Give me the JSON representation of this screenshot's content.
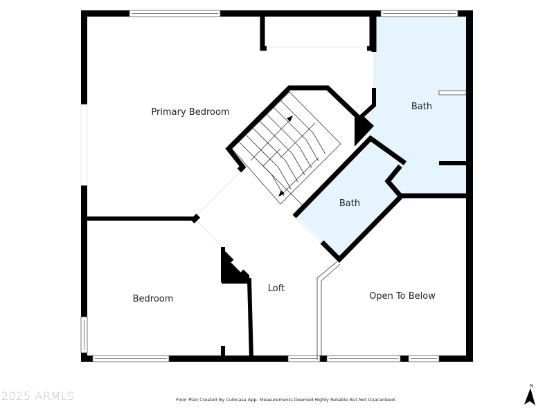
{
  "floorplan": {
    "colors": {
      "wall": "#000000",
      "bath_fill": "#e6f4fd",
      "background": "#ffffff",
      "window": "#555555"
    },
    "rooms": [
      {
        "id": "primary-bedroom",
        "label": "Primary Bedroom"
      },
      {
        "id": "bath-1",
        "label": "Bath"
      },
      {
        "id": "bath-2",
        "label": "Bath"
      },
      {
        "id": "bedroom",
        "label": "Bedroom"
      },
      {
        "id": "loft",
        "label": "Loft"
      },
      {
        "id": "open-to-below",
        "label": "Open To Below"
      }
    ],
    "features": {
      "stairs": "stairs-up-down",
      "compass": "north-arrow-icon"
    }
  },
  "footer": {
    "copyright": "2025 ARMLS",
    "disclaimer": "Floor Plan Created By Cubicasa App. Measurements Deemed Highly Reliable But Not Guaranteed.",
    "compass_label": "N"
  }
}
